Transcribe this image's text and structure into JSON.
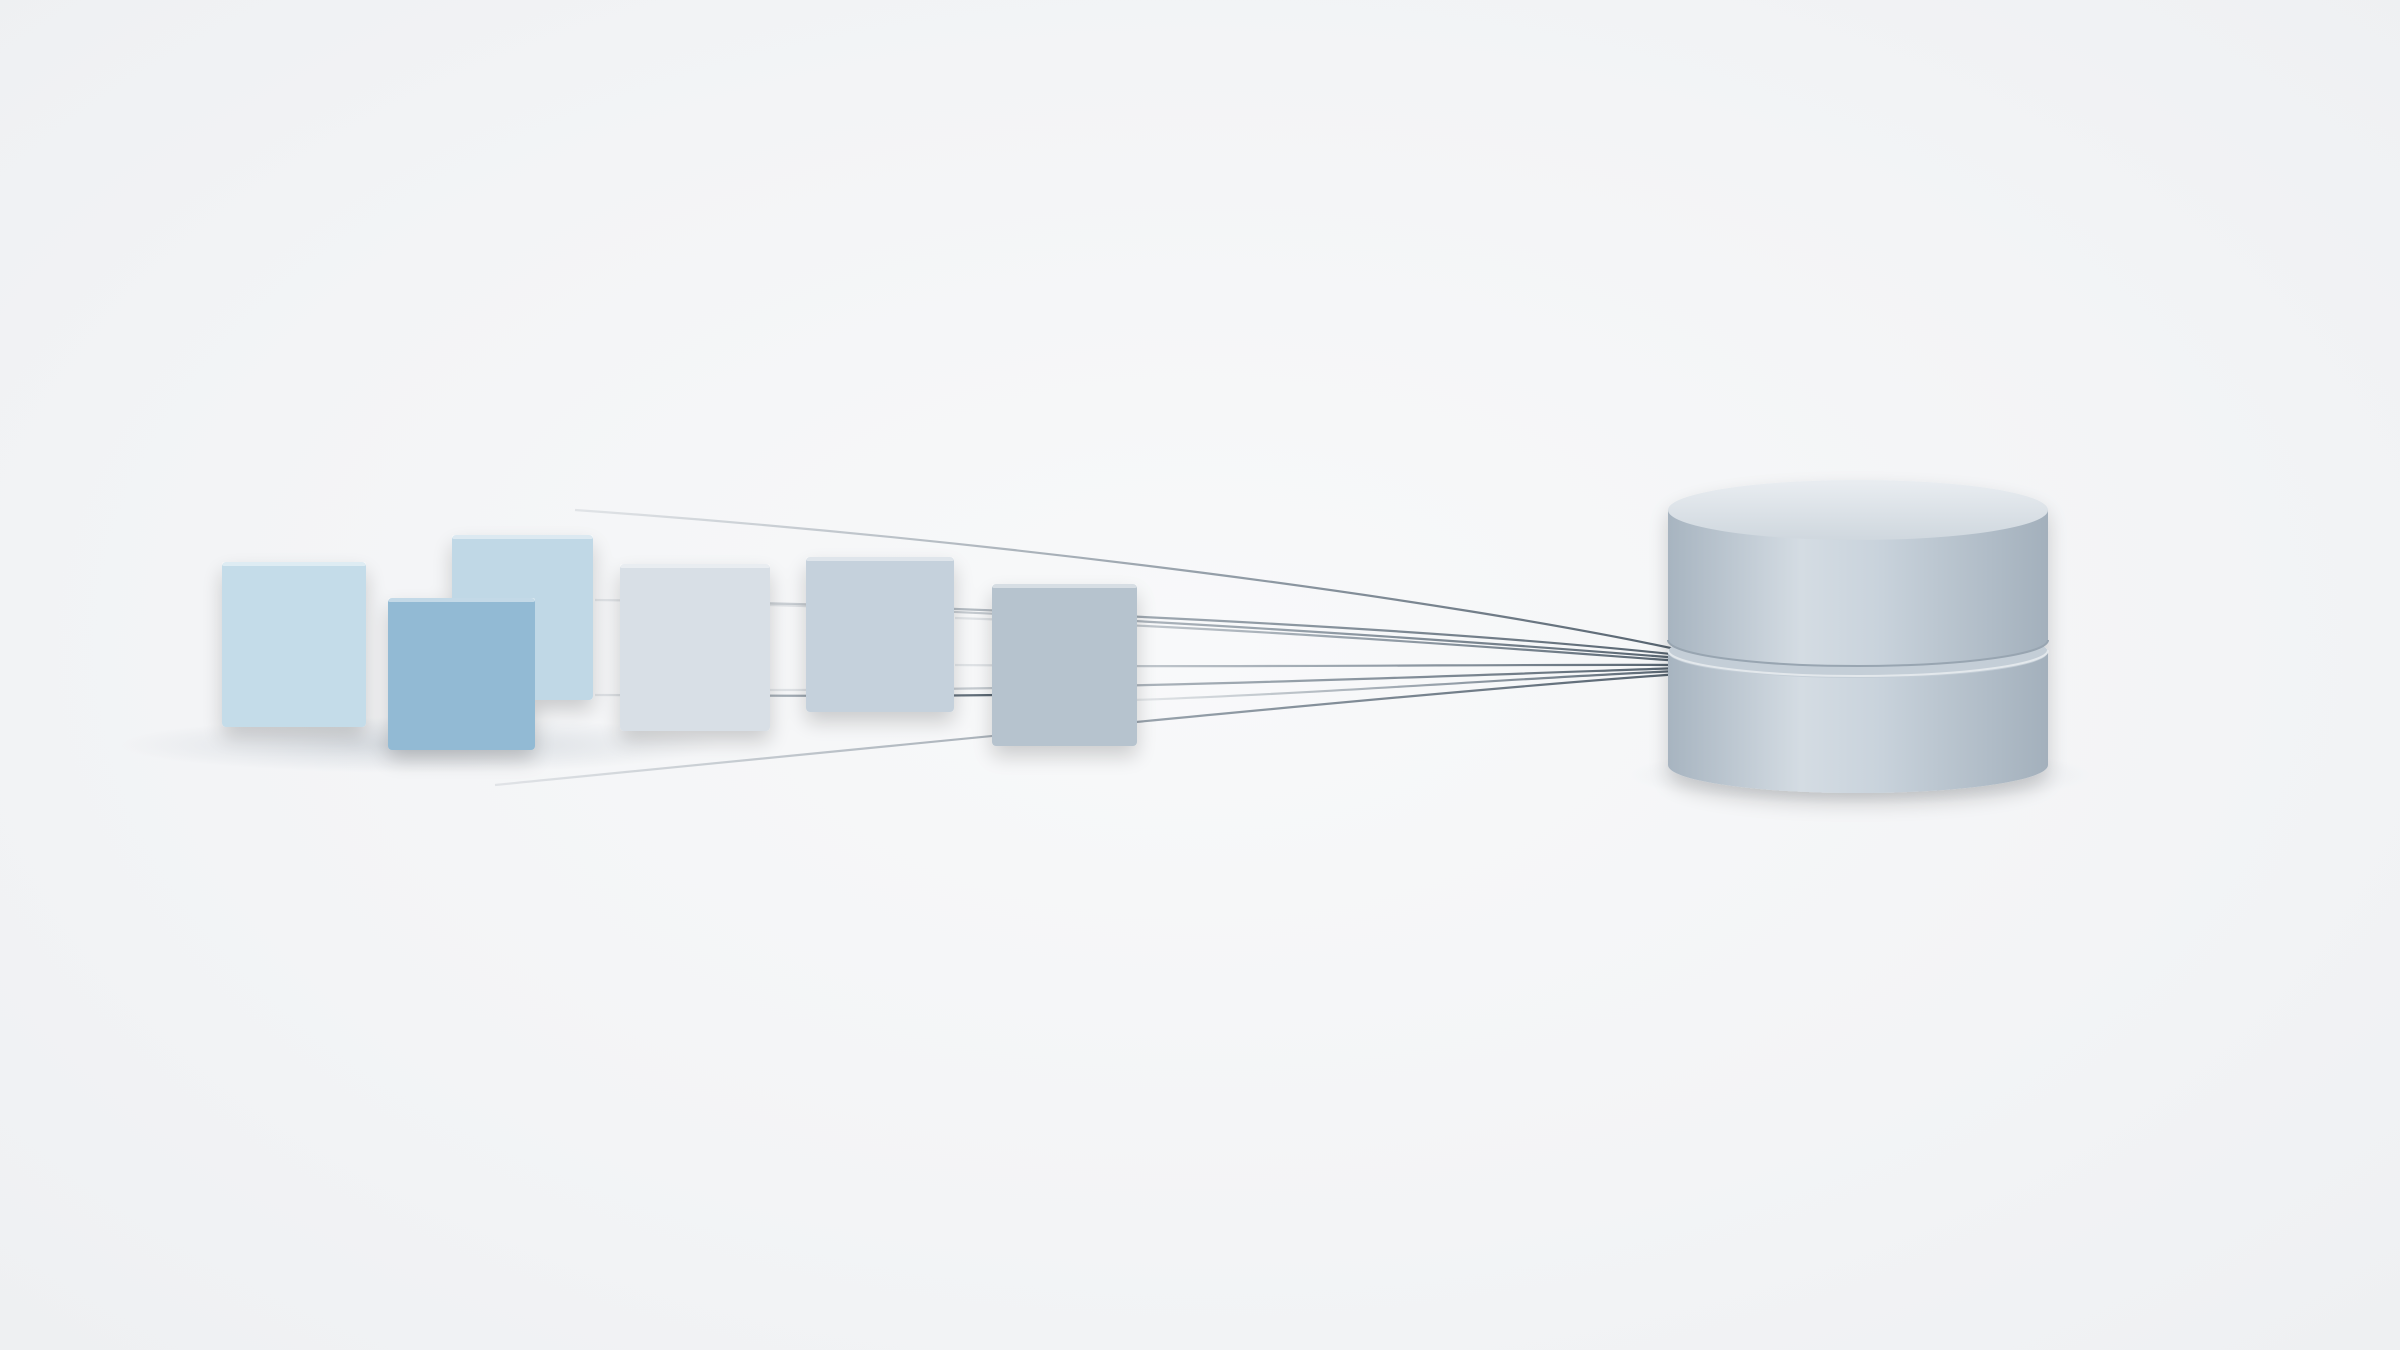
{
  "scene": {
    "background_color": "#f4f5f7",
    "description_tags": [
      "blocks",
      "connector-lines",
      "database-cylinder"
    ]
  },
  "blocks": [
    {
      "name": "block-1",
      "color": "#c4dce9"
    },
    {
      "name": "block-2",
      "color": "#92bad4"
    },
    {
      "name": "block-3",
      "color": "#c0d8e6"
    },
    {
      "name": "block-4",
      "color": "#d8dfe6"
    },
    {
      "name": "block-5",
      "color": "#c5d1dc"
    },
    {
      "name": "block-6",
      "color": "#b6c3ce"
    }
  ],
  "connector": {
    "color": "#6f7d8a",
    "line_count": 8
  },
  "database": {
    "color": "#b9c5cf",
    "tiers": 2
  }
}
